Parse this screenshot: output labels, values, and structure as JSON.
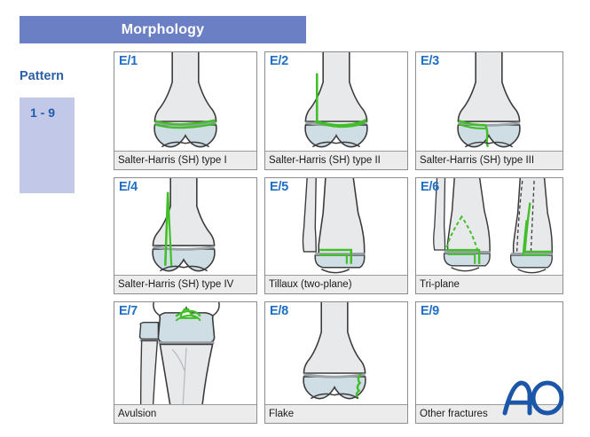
{
  "header": {
    "title": "Morphology"
  },
  "sidebar": {
    "pattern_label": "Pattern",
    "pattern_range": "1 - 9"
  },
  "logo": {
    "name": "AO",
    "color": "#1b56a8"
  },
  "colors": {
    "banner_bg": "#6b80c4",
    "pattern_box_bg": "#c2c9e8",
    "code_blue": "#1f6fc4",
    "label_blue": "#2b5fa8",
    "caption_bg": "#ececec",
    "bone_shaft": "#e7e9eb",
    "bone_epiphysis": "#cfdde4",
    "bone_outline": "#3b3b3b",
    "physis_gray": "#9aa3a8",
    "fracture_green": "#41be28"
  },
  "panels": [
    {
      "code": "E/1",
      "caption": "Salter-Harris (SH) type I",
      "art": "distal-femur-sh1",
      "views": 1
    },
    {
      "code": "E/2",
      "caption": "Salter-Harris (SH) type II",
      "art": "distal-femur-sh2",
      "views": 1
    },
    {
      "code": "E/3",
      "caption": "Salter-Harris (SH) type III",
      "art": "distal-femur-sh3",
      "views": 1
    },
    {
      "code": "E/4",
      "caption": "Salter-Harris (SH) type IV",
      "art": "distal-femur-sh4",
      "views": 1
    },
    {
      "code": "E/5",
      "caption": "Tillaux (two-plane)",
      "art": "distal-tibia-tillaux",
      "views": 1
    },
    {
      "code": "E/6",
      "caption": "Tri-plane",
      "art": "distal-tibia-triplane",
      "views": 2
    },
    {
      "code": "E/7",
      "caption": "Avulsion",
      "art": "proximal-tibia-avulsion",
      "views": 1
    },
    {
      "code": "E/8",
      "caption": "Flake",
      "art": "distal-femur-flake",
      "views": 1
    },
    {
      "code": "E/9",
      "caption": "Other fractures",
      "art": "none",
      "views": 0
    }
  ]
}
